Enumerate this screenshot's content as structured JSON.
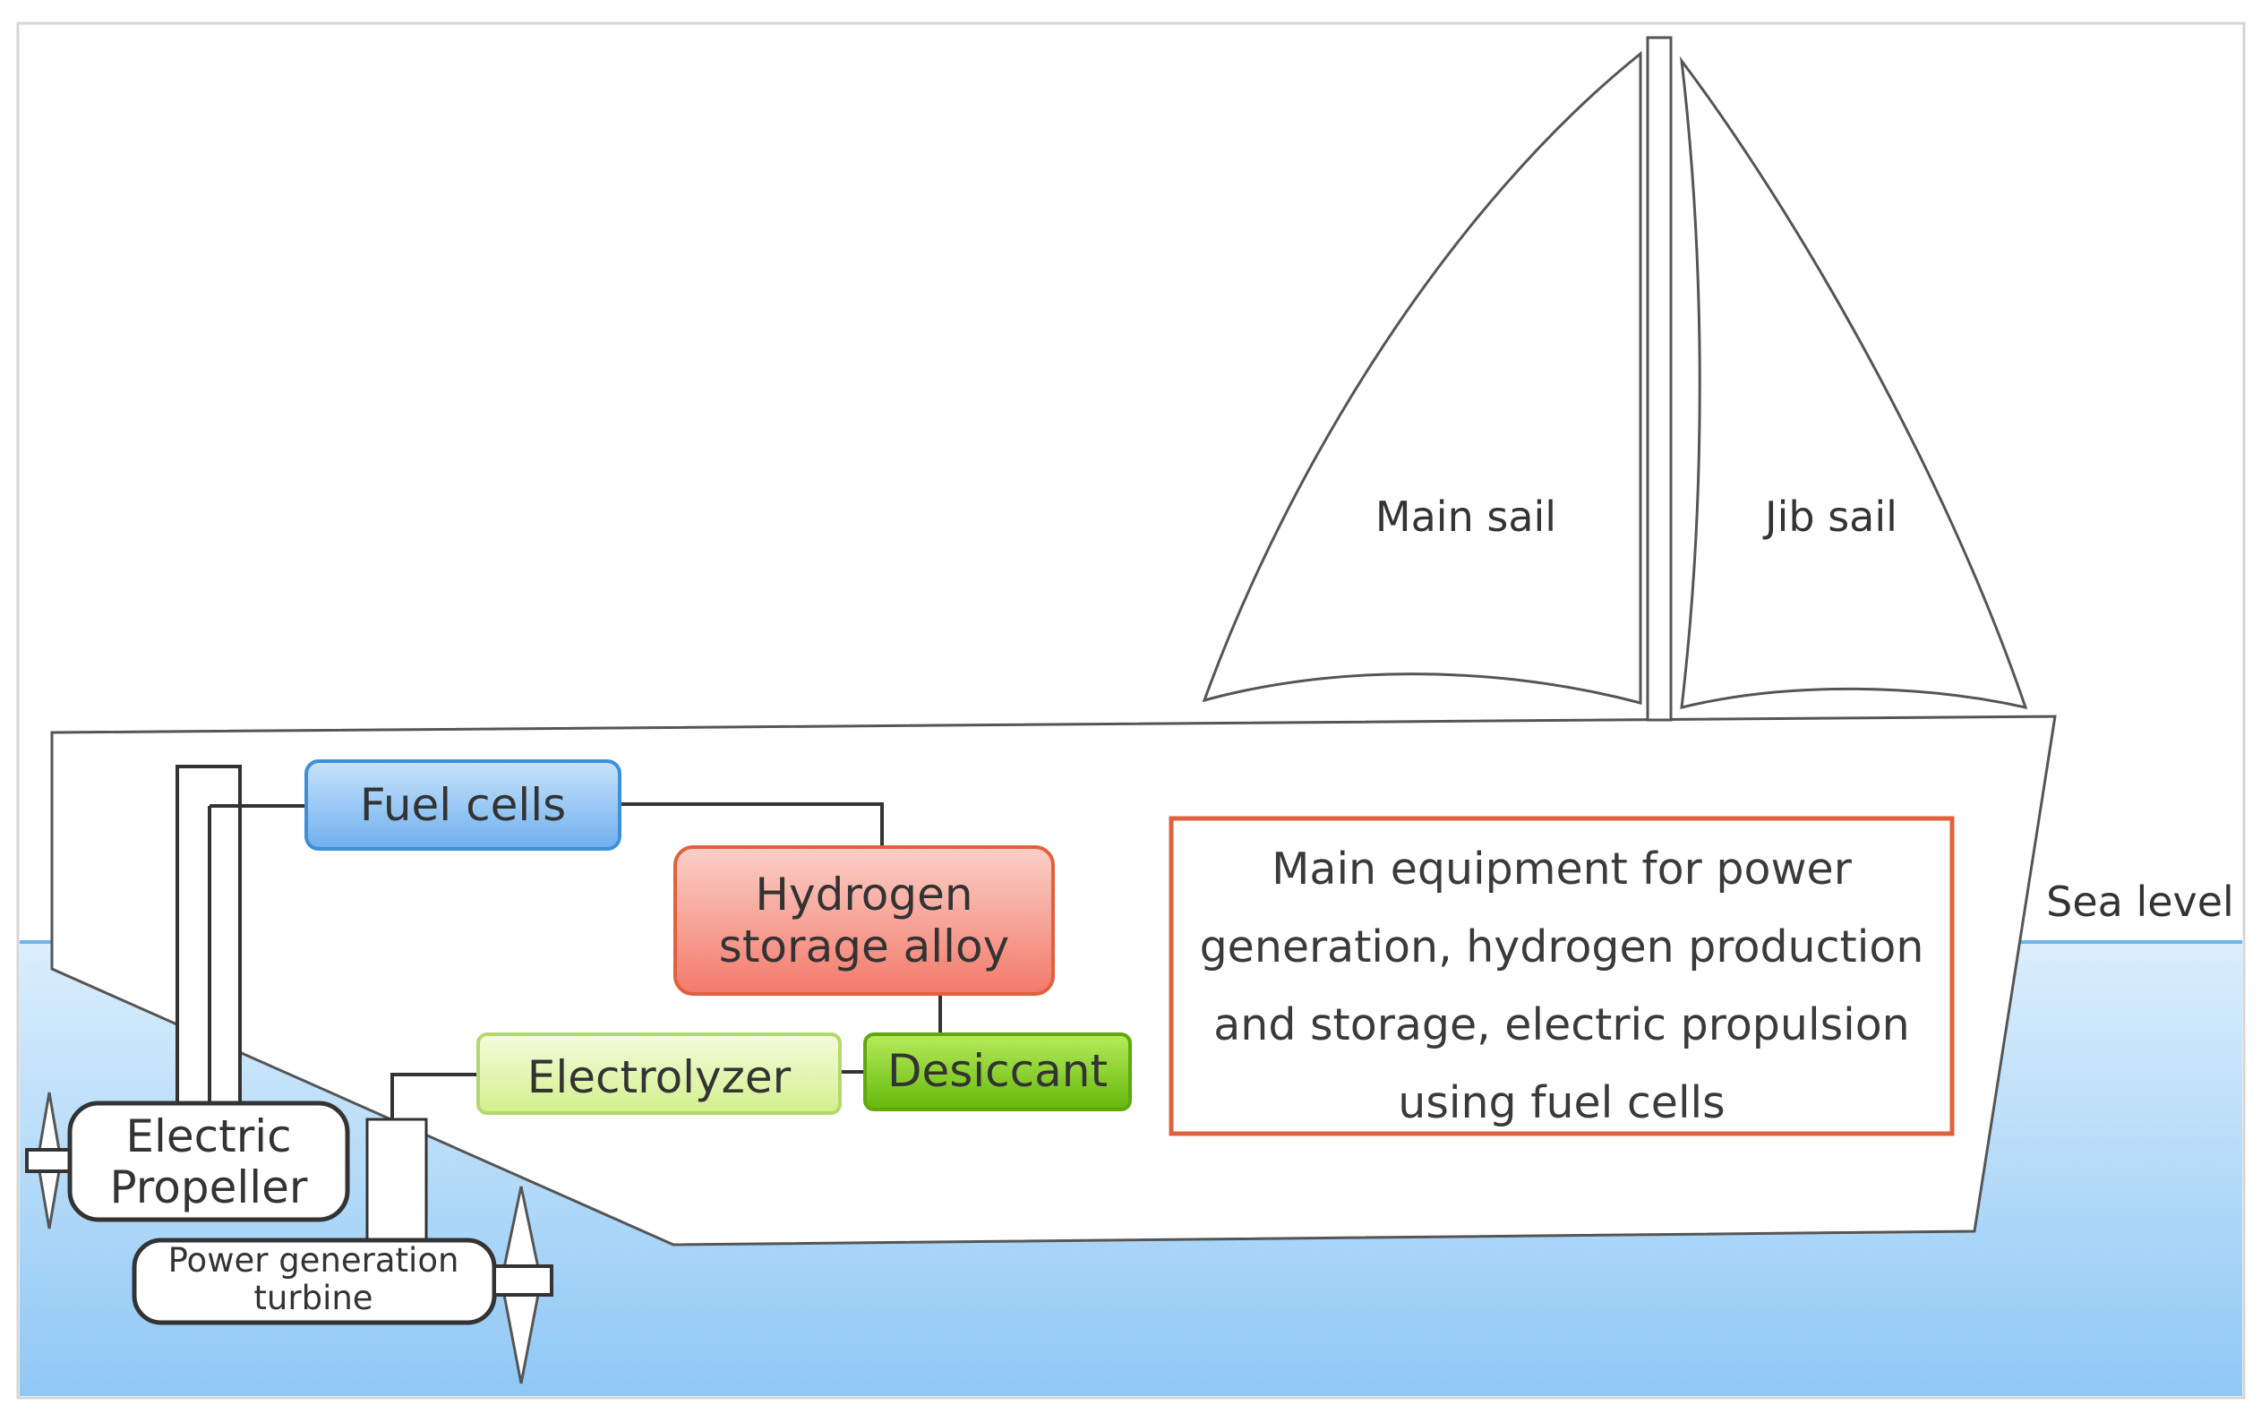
{
  "diagram": {
    "labels": {
      "main_sail": "Main sail",
      "jib_sail": "Jib sail",
      "sea_level": "Sea level"
    },
    "components": {
      "fuel_cells": "Fuel cells",
      "hydrogen_storage_line1": "Hydrogen",
      "hydrogen_storage_line2": "storage alloy",
      "electrolyzer": "Electrolyzer",
      "desiccant": "Desiccant",
      "electric_propeller_line1": "Electric",
      "electric_propeller_line2": "Propeller",
      "turbine_line1": "Power generation",
      "turbine_line2": "turbine"
    },
    "note": {
      "line1": "Main equipment for power",
      "line2": "generation, hydrogen production",
      "line3": "and storage, electric propulsion",
      "line4": "using fuel cells"
    },
    "colors": {
      "sea_top": "#dbeefc",
      "sea_bottom": "#8fc8f5",
      "sea_line": "#6fb3e8",
      "fuel_cells_fill": "#8fc4f2",
      "fuel_cells_stroke": "#3f8fd8",
      "hydrogen_fill": "#f58a7e",
      "hydrogen_stroke": "#e0603f",
      "electrolyzer_fill": "#e2f7b0",
      "electrolyzer_stroke": "#b5d86b",
      "desiccant_fill": "#7acc16",
      "desiccant_stroke": "#5fa80e",
      "note_border": "#e0623d"
    }
  }
}
